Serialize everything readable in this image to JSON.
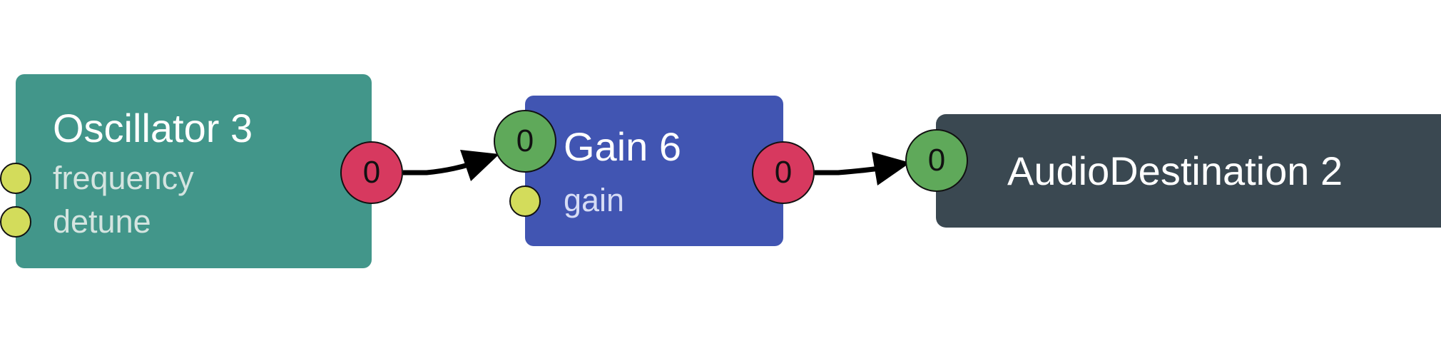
{
  "nodes": {
    "oscillator": {
      "title": "Oscillator 3",
      "params": [
        "frequency",
        "detune"
      ],
      "output_label": "0",
      "color": "#42968a"
    },
    "gain": {
      "title": "Gain 6",
      "params": [
        "gain"
      ],
      "input_label": "0",
      "output_label": "0",
      "color": "#4155b2"
    },
    "destination": {
      "title": "AudioDestination 2",
      "input_label": "0",
      "color": "#3a4851"
    }
  },
  "port_colors": {
    "output": "#d7395f",
    "input": "#5fa95a",
    "param": "#d3dc5b"
  },
  "connections": [
    {
      "from": "Oscillator 3",
      "to": "Gain 6"
    },
    {
      "from": "Gain 6",
      "to": "AudioDestination 2"
    }
  ]
}
